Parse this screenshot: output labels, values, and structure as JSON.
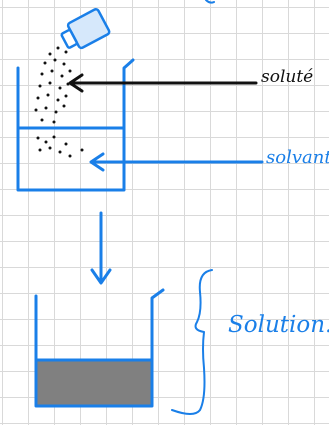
{
  "labels": {
    "solute": "soluté",
    "solvent": "solvant",
    "solution": "Solution."
  },
  "colors": {
    "ink_blue": "#1a7fe8",
    "ink_black": "#111111",
    "liquid_fill": "#808080",
    "bottle_fill": "#d6e8fb",
    "grid": "#d9d9d9"
  }
}
